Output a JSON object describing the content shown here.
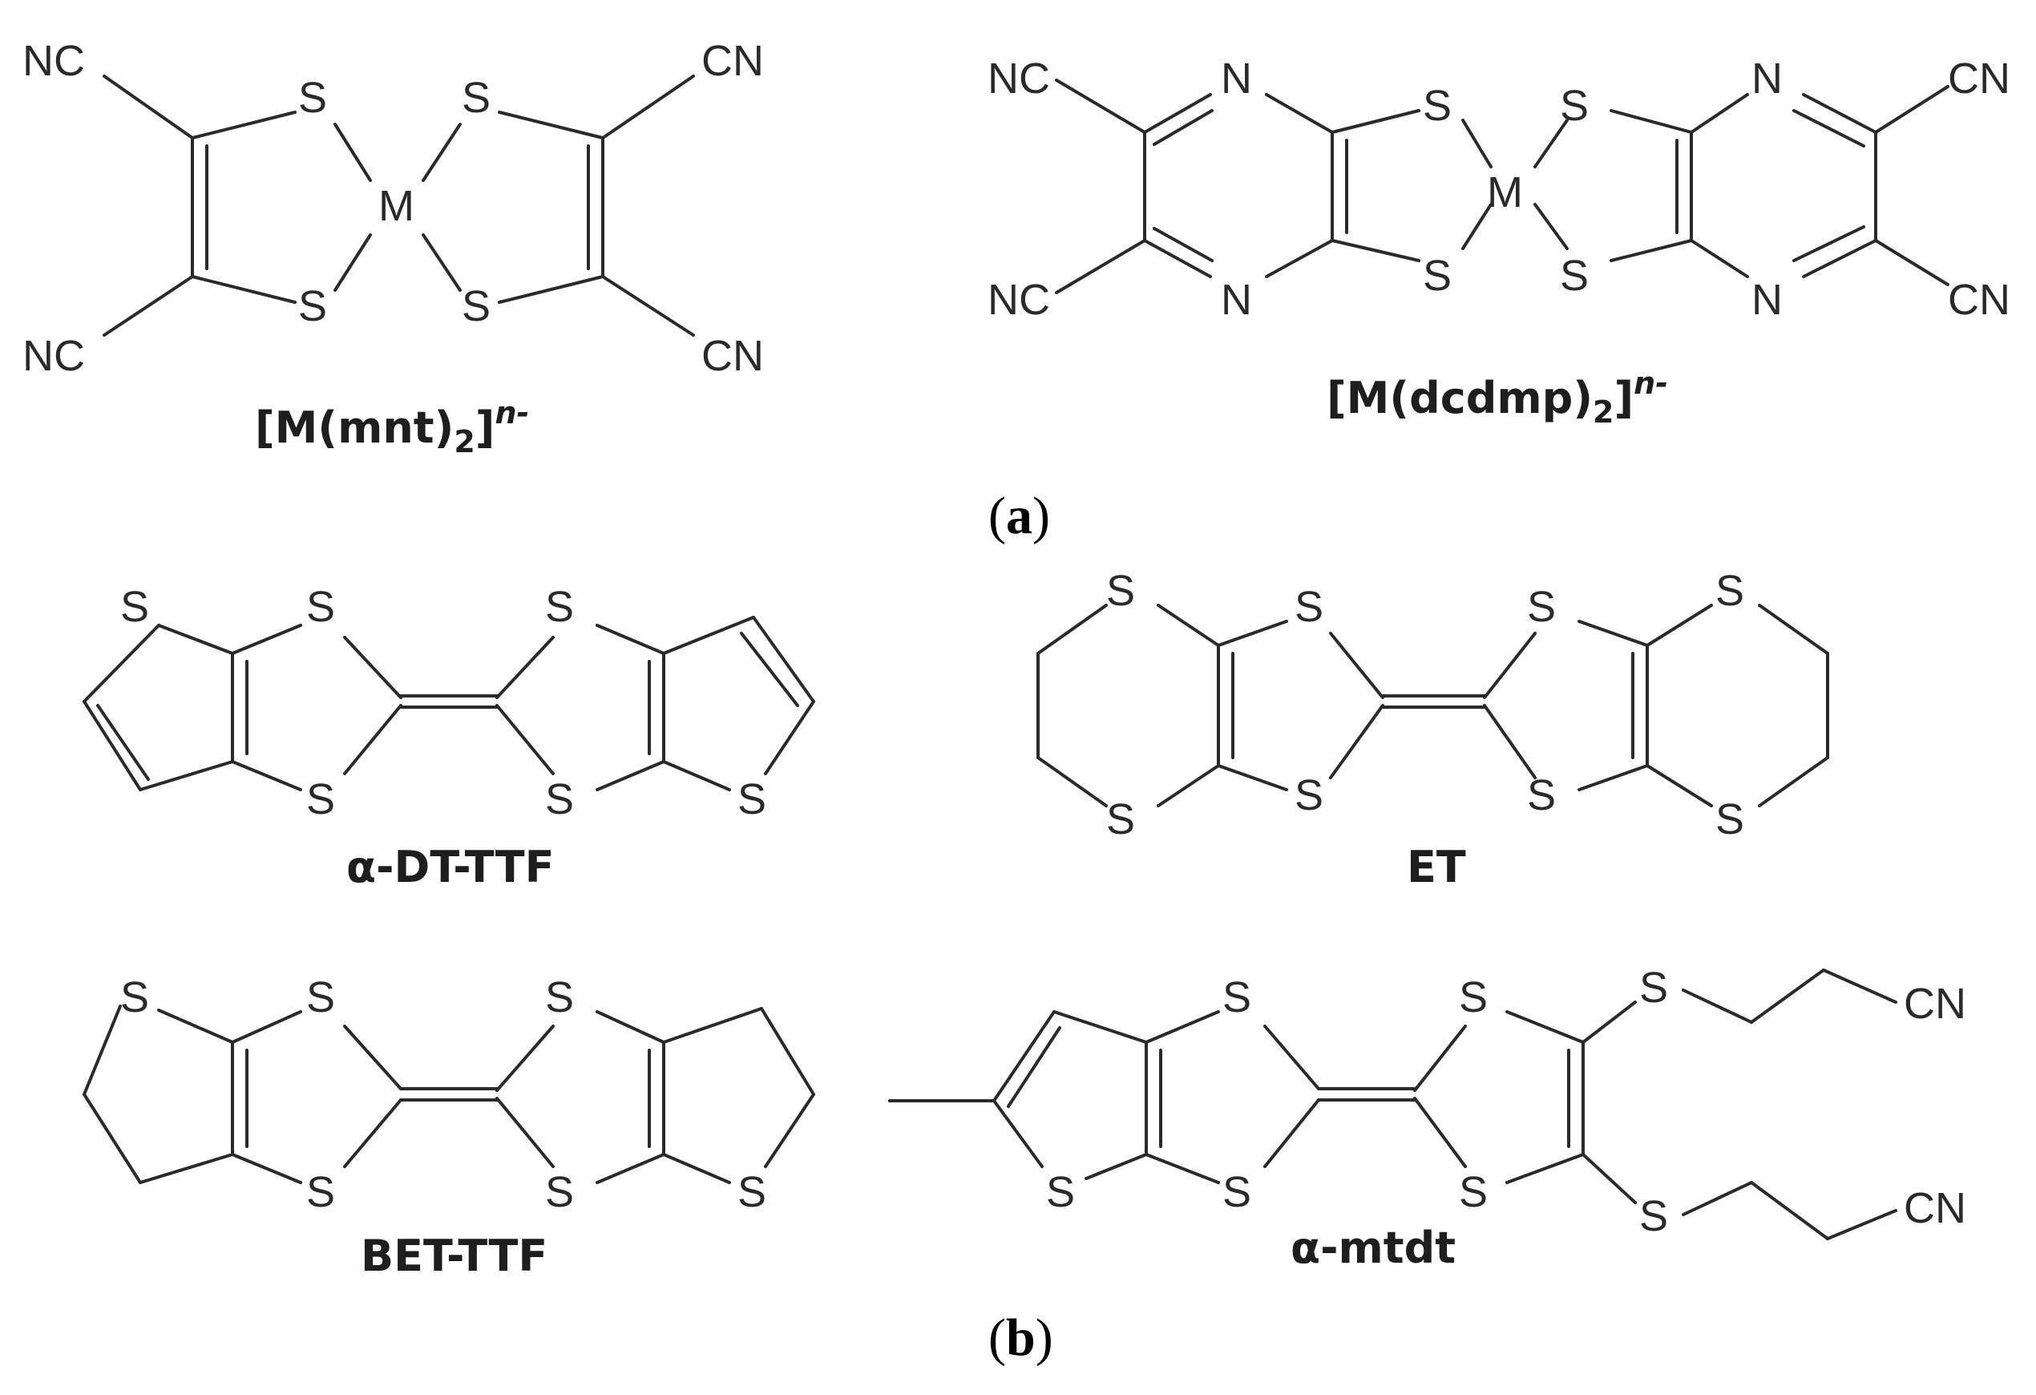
{
  "atoms": {
    "S": "S",
    "N": "N",
    "M": "M",
    "NC": "NC",
    "CN": "CN"
  },
  "labels": {
    "mnt": {
      "main": "[M(mnt)",
      "sub": "2",
      "close": "]",
      "sup": "n-"
    },
    "dcdmp": {
      "main": "[M(dcdmp)",
      "sub": "2",
      "close": "]",
      "sup": "n-"
    },
    "dt_ttf": "α-DT-TTF",
    "et": "ET",
    "bet_ttf": "BET-TTF",
    "mtdt": "α-mtdt"
  },
  "panels": {
    "a": {
      "open": "(",
      "letter": "a",
      "close": ")"
    },
    "b": {
      "open": "(",
      "letter": "b",
      "close": ")"
    }
  }
}
